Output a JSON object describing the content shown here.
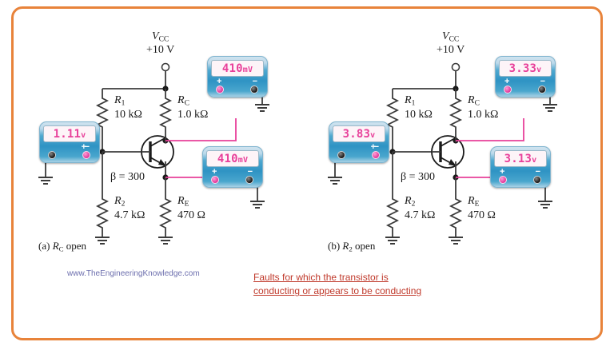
{
  "figure": {
    "border_color": "#e8833a",
    "wire_color": "#3b3b3b",
    "probe_color": "#e8409a",
    "display_color": "#e8409a"
  },
  "circuits": [
    {
      "id": "a",
      "caption_prefix": "(a)",
      "caption_text": "open",
      "caption_component": "R",
      "caption_component_sub": "C",
      "supply": {
        "name": "V",
        "name_sub": "CC",
        "value": "+10 V"
      },
      "beta": "β = 300",
      "components": [
        {
          "name": "R",
          "sub": "1",
          "value": "10 kΩ"
        },
        {
          "name": "R",
          "sub": "C",
          "value": "1.0 kΩ"
        },
        {
          "name": "R",
          "sub": "2",
          "value": "4.7 kΩ"
        },
        {
          "name": "R",
          "sub": "E",
          "value": "470 Ω"
        }
      ],
      "meters": [
        {
          "location": "base",
          "value": "1.11",
          "unit": "v",
          "plus_side": "right"
        },
        {
          "location": "collector",
          "value": "410",
          "unit": "mV",
          "plus_side": "left"
        },
        {
          "location": "emitter",
          "value": "410",
          "unit": "mV",
          "plus_side": "left"
        }
      ]
    },
    {
      "id": "b",
      "caption_prefix": "(b)",
      "caption_text": "open",
      "caption_component": "R",
      "caption_component_sub": "2",
      "supply": {
        "name": "V",
        "name_sub": "CC",
        "value": "+10 V"
      },
      "beta": "β = 300",
      "components": [
        {
          "name": "R",
          "sub": "1",
          "value": "10 kΩ"
        },
        {
          "name": "R",
          "sub": "C",
          "value": "1.0 kΩ"
        },
        {
          "name": "R",
          "sub": "2",
          "value": "4.7 kΩ"
        },
        {
          "name": "R",
          "sub": "E",
          "value": "470 Ω"
        }
      ],
      "meters": [
        {
          "location": "base",
          "value": "3.83",
          "unit": "v",
          "plus_side": "right"
        },
        {
          "location": "collector",
          "value": "3.33",
          "unit": "v",
          "plus_side": "left"
        },
        {
          "location": "emitter",
          "value": "3.13",
          "unit": "v",
          "plus_side": "left"
        }
      ]
    }
  ],
  "watermark": "www.TheEngineeringKnowledge.com",
  "red_caption": {
    "line1": "Faults for which the transistor is ",
    "line2": "conducting or appears to be conducting"
  }
}
